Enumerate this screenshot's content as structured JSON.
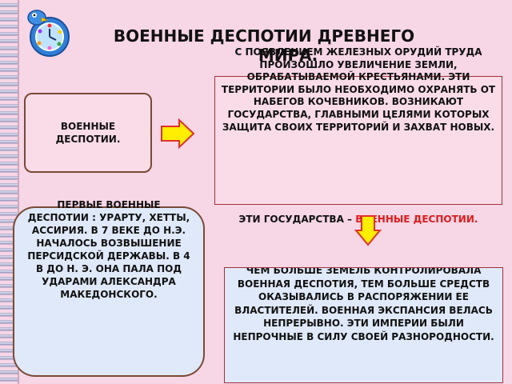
{
  "title": {
    "line1": "ВОЕННЫЕ ДЕСПОТИИ ДРЕВНЕГО",
    "line2": "МИРА."
  },
  "left_box": {
    "text": "ВОЕННЫЕ ДЕСПОТИИ."
  },
  "top_box": {
    "text": "С ПОЯВЛЕНИЕМ ЖЕЛЕЗНЫХ ОРУДИЙ ТРУДА ПРОИЗОШЛО УВЕЛИЧЕНИЕ ЗЕМЛИ, ОБРАБАТЫВАЕМОЙ КРЕСТЬЯНАМИ. ЭТИ ТЕРРИТОРИИ БЫЛО НЕОБХОДИМО ОХРАНЯТЬ ОТ НАБЕГОВ КОЧЕВНИКОВ. ВОЗНИКАЮТ ГОСУДАРСТВА, ГЛАВНЫМИ ЦЕЛЯМИ КОТОРЫХ ЗАЩИТА СВОИХ ТЕРРИТОРИЙ И ЗАХВАТ НОВЫХ."
  },
  "note": {
    "prefix": "ЭТИ ГОСУДАРСТВА –",
    "highlight": "ВОЕННЫЕ ДЕСПОТИИ."
  },
  "left_bottom_box": {
    "text": "ПЕРВЫЕ ВОЕННЫЕ ДЕСПОТИИ : УРАРТУ, ХЕТТЫ, АССИРИЯ. В 7 ВЕКЕ ДО Н.Э. НАЧАЛОСЬ ВОЗВЫШЕНИЕ ПЕРСИДСКОЙ ДЕРЖАВЫ. В 4 В ДО Н. Э. ОНА ПАЛА ПОД УДАРАМИ АЛЕКСАНДРА МАКЕДОНСКОГО."
  },
  "bottom_box": {
    "text": "ЧЕМ БОЛЬШЕ ЗЕМЕЛЬ КОНТРОЛИРОВАЛА ВОЕННАЯ ДЕСПОТИЯ, ТЕМ БОЛЬШЕ СРЕДСТВ ОКАЗЫВАЛИСЬ В РАСПОРЯЖЕНИИ ЕЕ ВЛАСТИТЕЛЕЙ. ВОЕННАЯ ЭКСПАНСИЯ ВЕЛАСЬ НЕПРЕРЫВНО. ЭТИ ИМПЕРИИ БЫЛИ НЕПРОЧНЫЕ В СИЛУ СВОЕЙ РАЗНОРОДНОСТИ."
  },
  "colors": {
    "background": "#f7d6e6",
    "highlight": "#e01b1b",
    "arrow_fill": "#ffee00",
    "arrow_stroke": "#e03030"
  },
  "icons": {
    "logo": "clock-toy-icon",
    "arrow_right": "arrow-right-icon",
    "arrow_down": "arrow-down-icon"
  }
}
